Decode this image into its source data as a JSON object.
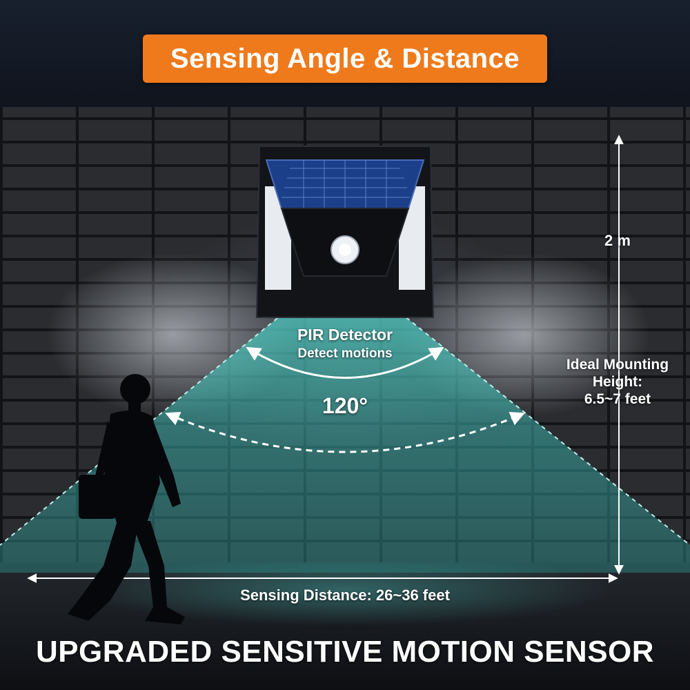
{
  "header": {
    "title": "Sensing Angle & Distance"
  },
  "sensor": {
    "label": "PIR Detector",
    "sublabel": "Detect motions"
  },
  "angle": {
    "value": "120°"
  },
  "mounting": {
    "height_value": "2 m",
    "label_line1": "Ideal Mounting",
    "label_line2": "Height:",
    "label_line3": "6.5~7 feet"
  },
  "distance": {
    "label": "Sensing Distance: 26~36 feet"
  },
  "footer": {
    "text": "UPGRADED SENSITIVE MOTION SENSOR"
  },
  "colors": {
    "title_bg": "#ee7a1c",
    "beam": "#3fb9b2",
    "text": "#ffffff"
  },
  "icons": [
    "solar-light-icon",
    "pir-sensor-icon",
    "person-silhouette-icon",
    "double-arrow-icon"
  ]
}
